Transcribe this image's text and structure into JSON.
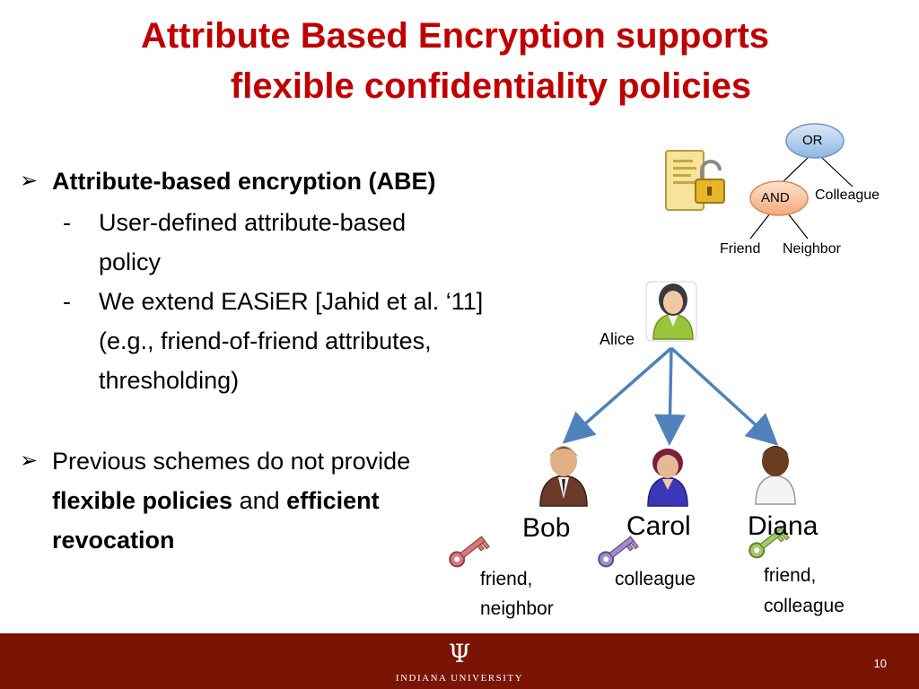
{
  "slide": {
    "title_line1": "Attribute Based Encryption supports",
    "title_line2": "flexible confidentiality policies",
    "bullet1": {
      "heading": "Attribute-based encryption (ABE)",
      "sub1_line1": "User-defined attribute-based",
      "sub1_line2": "policy",
      "sub2_line1": "We extend EASiER [Jahid et al. ‘11]",
      "sub2_line2": "(e.g., friend-of-friend attributes,",
      "sub2_line3": "thresholding)"
    },
    "bullet2": {
      "line1": "Previous schemes do not provide",
      "bold_a": "flexible policies",
      "mid": " and ",
      "bold_b": "efficient",
      "line3": "revocation"
    },
    "dash": "-",
    "arrow": "➢",
    "page_number": "10"
  },
  "policy_tree": {
    "root": "OR",
    "and_node": "AND",
    "leaf_colleague": "Colleague",
    "leaf_friend": "Friend",
    "leaf_neighbor": "Neighbor"
  },
  "people": {
    "alice": "Alice",
    "bob": "Bob",
    "carol": "Carol",
    "diana": "Diana"
  },
  "keys": {
    "bob_line1": "friend,",
    "bob_line2": "neighbor",
    "carol": "colleague",
    "diana_line1": "friend,",
    "diana_line2": "colleague"
  },
  "footer": {
    "logo_glyph": "Ψ",
    "university": "INDIANA UNIVERSITY"
  },
  "colors": {
    "title": "#c00000",
    "footer_bg": "#7a1405",
    "arrow": "#4f81bd",
    "or_node": "#b8d3f0",
    "and_node": "#f8c9a8"
  }
}
